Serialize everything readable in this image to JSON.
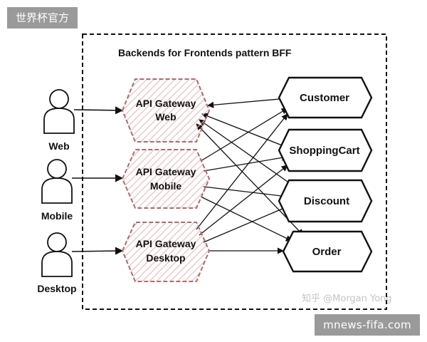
{
  "badges": {
    "top": "世界杯官方",
    "bottom": "mnews-fifa.com"
  },
  "diagram": {
    "title": "Backends for Frontends pattern BFF",
    "clients": [
      {
        "label": "Web"
      },
      {
        "label": "Mobile"
      },
      {
        "label": "Desktop"
      }
    ],
    "gateways": [
      {
        "line1": "API Gateway",
        "line2": "Web"
      },
      {
        "line1": "API Gateway",
        "line2": "Mobile"
      },
      {
        "line1": "API Gateway",
        "line2": "Desktop"
      }
    ],
    "services": [
      {
        "label": "Customer"
      },
      {
        "label": "ShoppingCart"
      },
      {
        "label": "Discount"
      },
      {
        "label": "Order"
      }
    ],
    "watermark": "知乎 @Morgan Yong"
  },
  "colors": {
    "gateway_stroke": "#b06a6a",
    "gateway_hatch": "#e8b8b8",
    "badge_bg": "#9a9a9a"
  }
}
